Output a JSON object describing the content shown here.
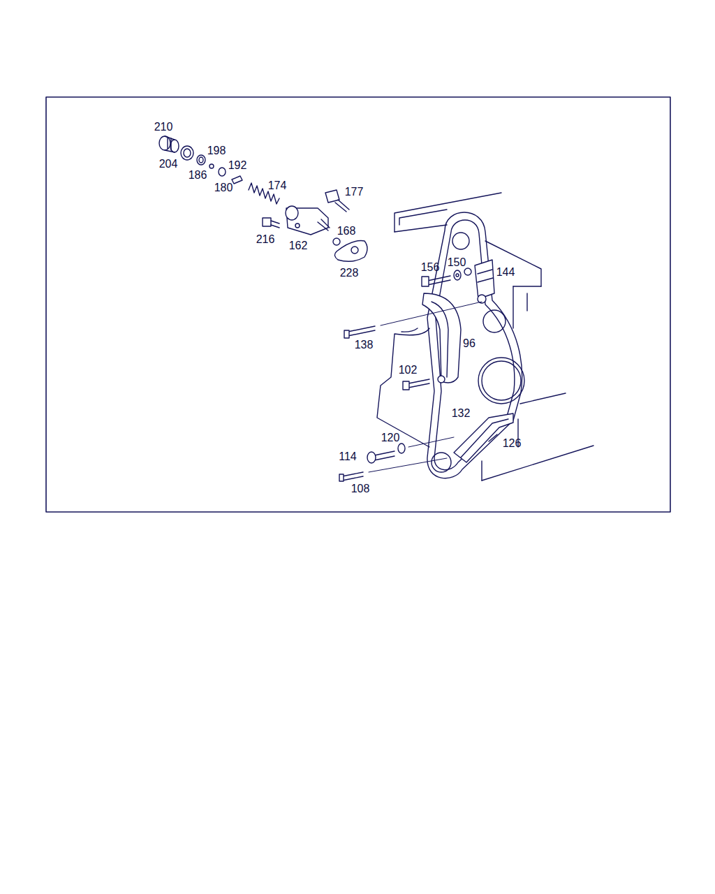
{
  "diagram": {
    "labels": [
      "210",
      "204",
      "198",
      "186",
      "192",
      "180",
      "174",
      "177",
      "216",
      "162",
      "168",
      "228",
      "156",
      "150",
      "144",
      "138",
      "96",
      "102",
      "132",
      "120",
      "126",
      "114",
      "108"
    ]
  }
}
